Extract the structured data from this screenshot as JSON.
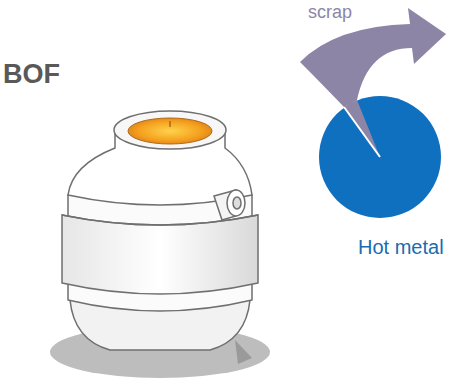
{
  "diagram": {
    "labels": [
      "scrap",
      "BOF",
      "Hot metal"
    ]
  }
}
